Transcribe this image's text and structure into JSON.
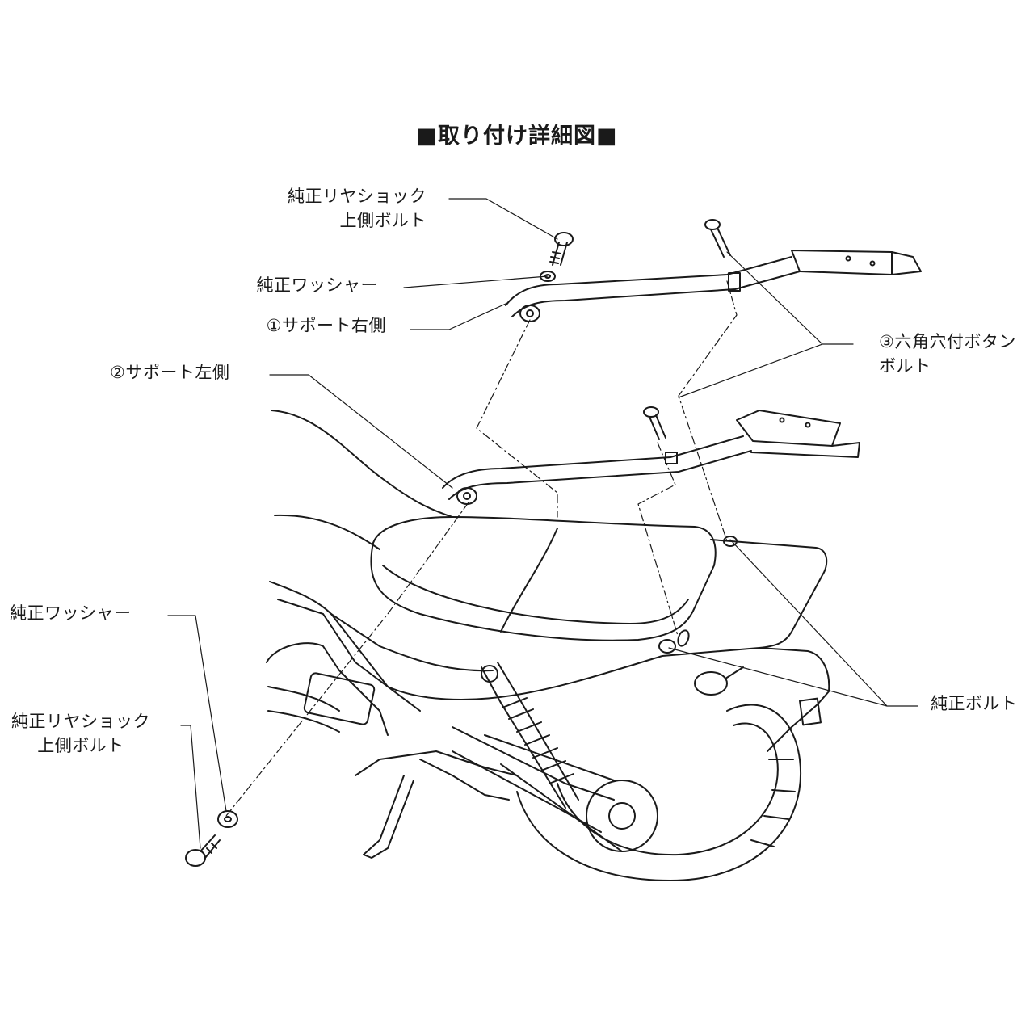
{
  "title": "■取り付け詳細図■",
  "callouts": {
    "top_shock_bolt": {
      "line1": "純正リヤショック",
      "line2": "上側ボルト"
    },
    "top_washer": "純正ワッシャー",
    "support_right": "①サポート右側",
    "support_left": "②サポート左側",
    "button_bolt": {
      "line1": "③六角穴付ボタン",
      "line2": "ボルト"
    },
    "stock_bolt": "純正ボルト",
    "bottom_washer": "純正ワッシャー",
    "bottom_shock_bolt": {
      "line1": "純正リヤショック",
      "line2": "上側ボルト"
    }
  },
  "colors": {
    "line": "#1a1a1a",
    "background": "#ffffff"
  }
}
